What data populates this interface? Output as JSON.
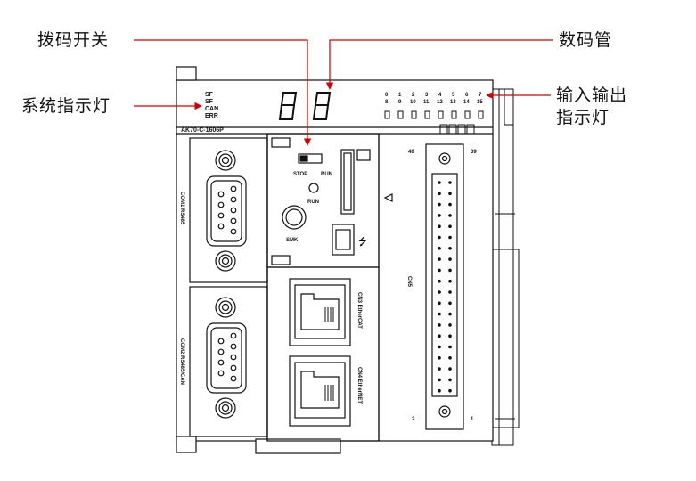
{
  "callouts": {
    "dip_switch": "拨码开关",
    "display": "数码管",
    "system_led": "系统指示灯",
    "io_led_line1": "输入输出",
    "io_led_line2": "指示灯"
  },
  "plc": {
    "model": "AK70-C-1606P",
    "status_leds": [
      "SF",
      "SF",
      "CAN",
      "ERR"
    ],
    "io_numbers_top": [
      "0",
      "1",
      "2",
      "3",
      "4",
      "5",
      "6",
      "7"
    ],
    "io_numbers_bottom": [
      "8",
      "9",
      "10",
      "11",
      "12",
      "13",
      "14",
      "15"
    ],
    "switch_stop": "STOP",
    "switch_run": "RUN",
    "run_led": "RUN",
    "smk_button": "SMK",
    "com1": "COM1  RS485",
    "com2": "COM2  RS485/CAN",
    "cn3": "CN3  EtherCAT",
    "cn4": "CN4  EtherNET",
    "cn5": "CN5",
    "pin_40": "40",
    "pin_39": "39",
    "pin_2": "2",
    "pin_1": "1"
  },
  "colors": {
    "line": "#111111",
    "arrow": "#d00000",
    "body_fill": "#ffffff",
    "gray": "#e8e8e8"
  }
}
